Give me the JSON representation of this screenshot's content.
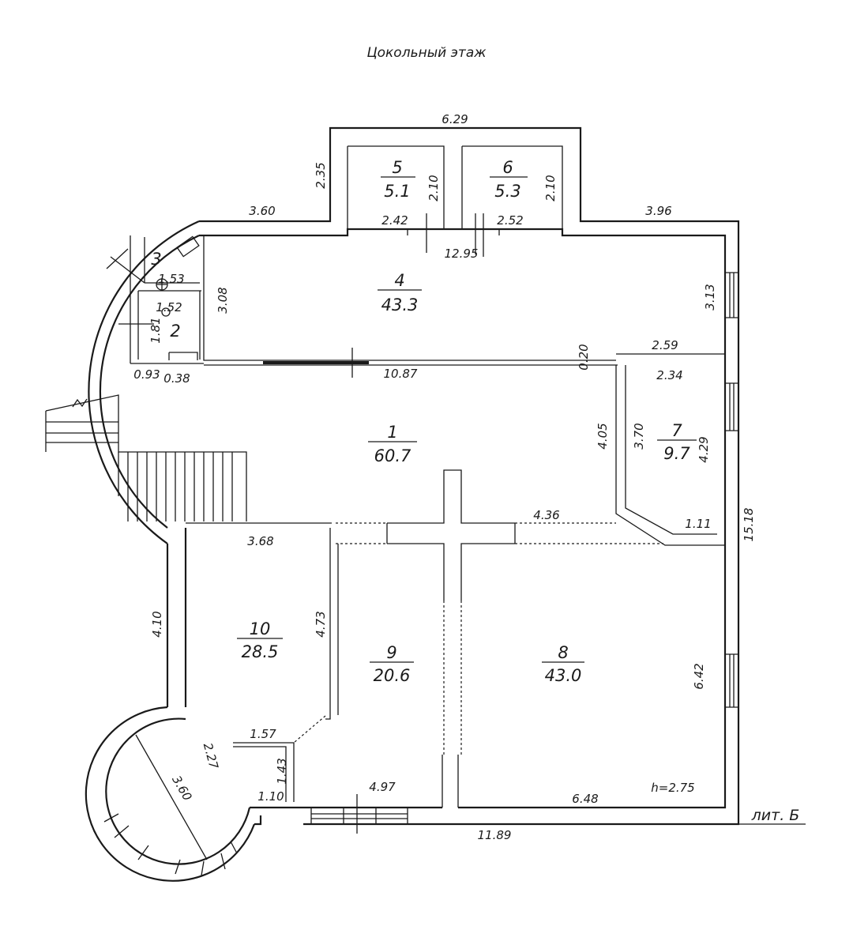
{
  "title": "Цокольный этаж",
  "label_lit": "лит. Б",
  "height_note": "h=2.75",
  "rooms": [
    {
      "number": "1",
      "area": "60.7"
    },
    {
      "number": "2",
      "area": ""
    },
    {
      "number": "3",
      "area": ""
    },
    {
      "number": "4",
      "area": "43.3"
    },
    {
      "number": "5",
      "area": "5.1"
    },
    {
      "number": "6",
      "area": "5.3"
    },
    {
      "number": "7",
      "area": "9.7"
    },
    {
      "number": "8",
      "area": "43.0"
    },
    {
      "number": "9",
      "area": "20.6"
    },
    {
      "number": "10",
      "area": "28.5"
    }
  ],
  "dimensions": {
    "top_width": "6.29",
    "left_top": "3.60",
    "right_top": "3.96",
    "annex_height": "2.35",
    "room5_depth": "2.10",
    "room6_depth": "2.10",
    "room5_width": "2.42",
    "room6_width": "2.52",
    "hall_width": "12.95",
    "room3_width": "1.53",
    "room2_width": "1.52",
    "room4_depth": "3.08",
    "right_window": "3.13",
    "room2_depth": "1.81",
    "left_bottom": "0.93",
    "door_offset": "0.38",
    "partition_length": "10.87",
    "partition_thickness": "0.20",
    "room7_top": "2.59",
    "room7_inner_top": "2.34",
    "room7_left_outer": "4.05",
    "room7_left_inner": "3.70",
    "room7_right": "4.29",
    "corridor_length": "4.36",
    "room7_bottom": "1.11",
    "total_depth": "15.18",
    "room10_width": "3.68",
    "room10_right": "4.73",
    "left_wall": "4.10",
    "room8_right": "6.42",
    "bay_step": "1.57",
    "bay_side": "2.27",
    "bay_diameter": "3.60",
    "bay_short": "1.43",
    "bay_entry": "1.10",
    "room9_width": "4.97",
    "room8_width": "6.48",
    "bottom_total": "11.89"
  }
}
